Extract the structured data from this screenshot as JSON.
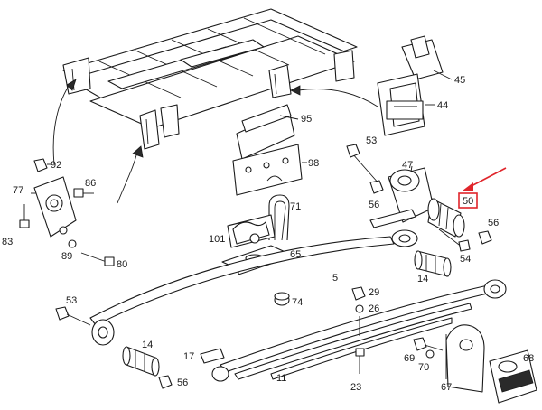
{
  "callouts": [
    {
      "id": "c45",
      "text": "45"
    },
    {
      "id": "c44",
      "text": "44"
    },
    {
      "id": "c95",
      "text": "95"
    },
    {
      "id": "c53a",
      "text": "53"
    },
    {
      "id": "c92",
      "text": "92"
    },
    {
      "id": "c98",
      "text": "98"
    },
    {
      "id": "c47",
      "text": "47"
    },
    {
      "id": "c77",
      "text": "77"
    },
    {
      "id": "c86",
      "text": "86"
    },
    {
      "id": "c56a",
      "text": "56"
    },
    {
      "id": "c71",
      "text": "71"
    },
    {
      "id": "c56b",
      "text": "56"
    },
    {
      "id": "c83",
      "text": "83"
    },
    {
      "id": "c101",
      "text": "101"
    },
    {
      "id": "c89",
      "text": "89"
    },
    {
      "id": "c80",
      "text": "80"
    },
    {
      "id": "c65",
      "text": "65"
    },
    {
      "id": "c54",
      "text": "54"
    },
    {
      "id": "c5",
      "text": "5"
    },
    {
      "id": "c14a",
      "text": "14"
    },
    {
      "id": "c29",
      "text": "29"
    },
    {
      "id": "c53b",
      "text": "53"
    },
    {
      "id": "c74",
      "text": "74"
    },
    {
      "id": "c26",
      "text": "26"
    },
    {
      "id": "c14b",
      "text": "14"
    },
    {
      "id": "c17",
      "text": "17"
    },
    {
      "id": "c69",
      "text": "69"
    },
    {
      "id": "c70",
      "text": "70"
    },
    {
      "id": "c68",
      "text": "68"
    },
    {
      "id": "c56c",
      "text": "56"
    },
    {
      "id": "c11",
      "text": "11"
    },
    {
      "id": "c23",
      "text": "23"
    },
    {
      "id": "c67",
      "text": "67"
    }
  ],
  "highlight": {
    "text": "50",
    "color": "#e0252b"
  }
}
